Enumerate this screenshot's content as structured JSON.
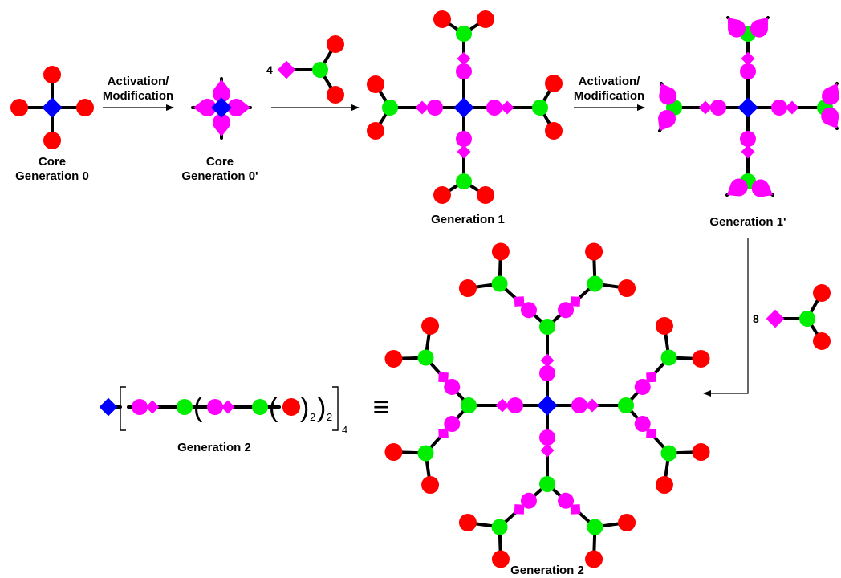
{
  "colors": {
    "core": "#0000ff",
    "branch": "#00ee00",
    "terminal": "#ff0000",
    "linker": "#ff00ff",
    "bond": "#000000"
  },
  "labels": {
    "gen0_line1": "Core",
    "gen0_line2": "Generation 0",
    "gen0p_line1": "Core",
    "gen0p_line2": "Generation 0'",
    "gen1": "Generation 1",
    "gen1p": "Generation 1'",
    "gen2_formula": "Generation 2",
    "gen2": "Generation 2"
  },
  "arrows": {
    "step1_line1": "Activation/",
    "step1_line2": "Modification",
    "step2_line1": "Activation/",
    "step2_line2": "Modification"
  },
  "reagents": {
    "first_count": "4",
    "second_count": "8"
  },
  "formula": {
    "sub_inner": "2",
    "sub_middle": "2",
    "sub_outer": "4"
  },
  "equivalence_symbol": "≡"
}
